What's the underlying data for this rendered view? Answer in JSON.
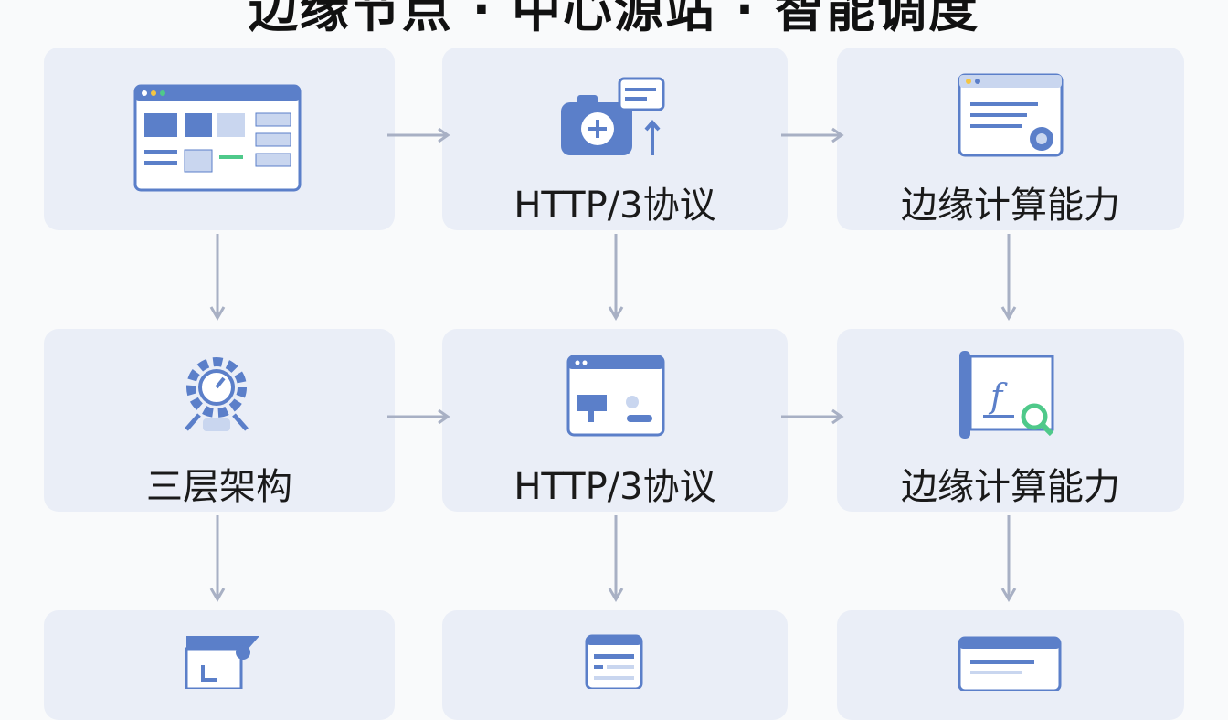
{
  "title": "边缘节点 · 中心源站 · 智能调度",
  "cards": [
    {
      "label": ""
    },
    {
      "label": "HTTP/3协议"
    },
    {
      "label": "边缘计算能力"
    },
    {
      "label": "三层架构"
    },
    {
      "label": "HTTP/3协议"
    },
    {
      "label": "边缘计算能力"
    },
    {
      "label": ""
    },
    {
      "label": ""
    },
    {
      "label": ""
    }
  ],
  "icons": [
    "dashboard-window-icon",
    "camera-upload-icon",
    "certificate-document-icon",
    "gear-search-icon",
    "media-window-icon",
    "function-search-icon",
    "file-document-icon",
    "server-list-icon",
    "browser-window-icon"
  ],
  "colors": {
    "card": "#eaeef7",
    "icon": "#5b7fc9",
    "icon_light": "#c9d6ef",
    "arrow": "#a8b0c4",
    "accent_green": "#4fc98a",
    "accent_yellow": "#f4c542"
  }
}
